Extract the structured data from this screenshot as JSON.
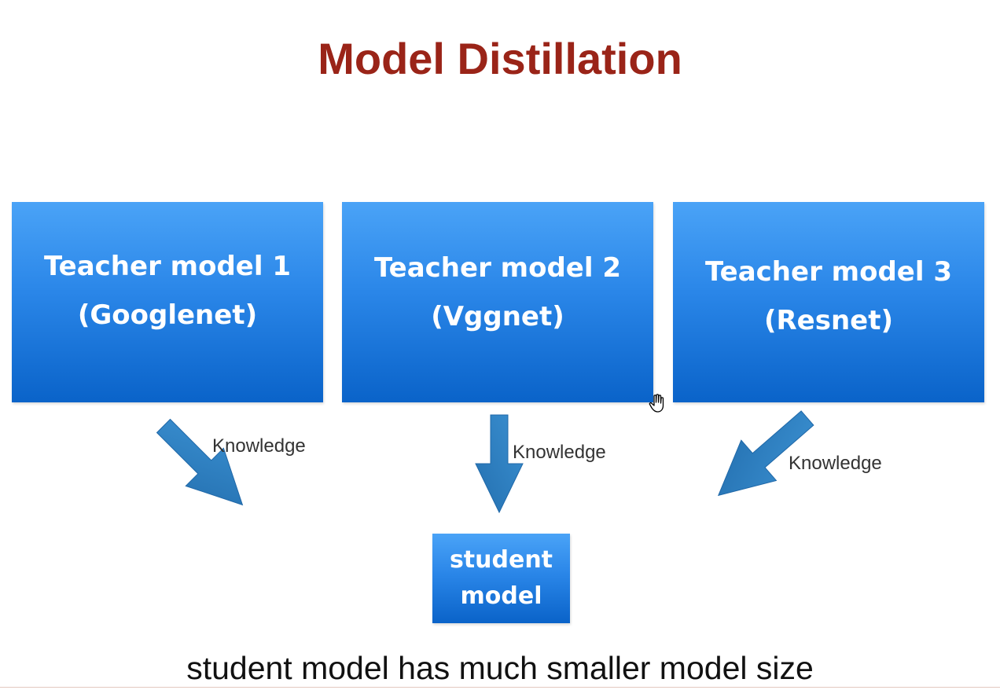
{
  "title": "Model Distillation",
  "teachers": [
    {
      "line1": "Teacher model 1",
      "line2": "(Googlenet)"
    },
    {
      "line1": "Teacher model 2",
      "line2": "(Vggnet)"
    },
    {
      "line1": "Teacher model 3",
      "line2": "(Resnet)"
    }
  ],
  "arrow_label": "Knowledge",
  "student": {
    "line1": "student",
    "line2": "model"
  },
  "caption": "student model has much smaller model size",
  "colors": {
    "title": "#9a2418",
    "box_top": "#4aa3f7",
    "box_bottom": "#0a63c9",
    "arrow": "#2e7fc0"
  }
}
